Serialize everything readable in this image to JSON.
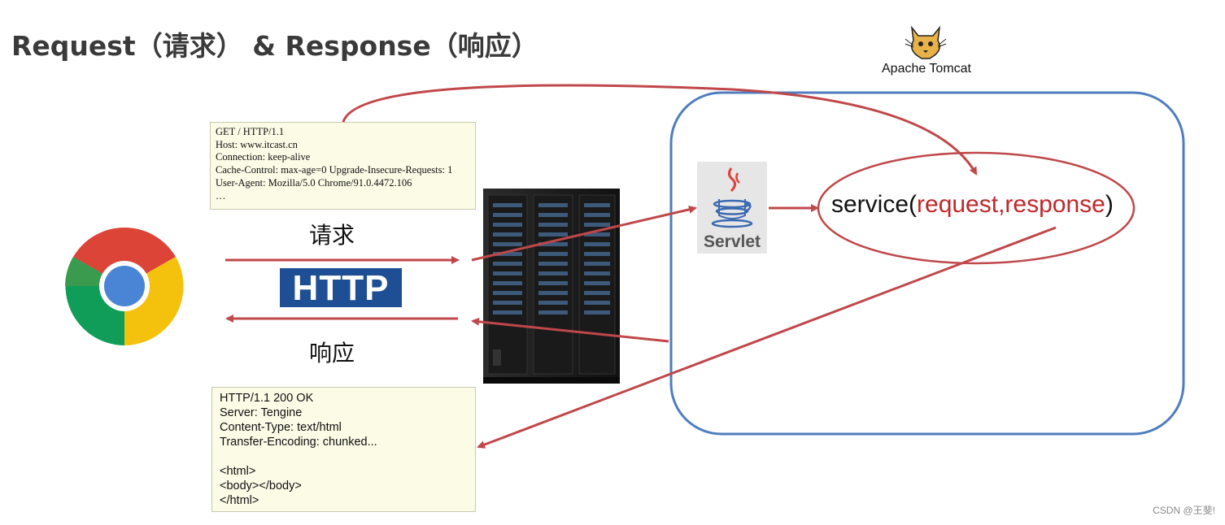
{
  "title": "Request（请求） & Response（响应）",
  "request_box": {
    "lines": "GET / HTTP/1.1\nHost: www.itcast.cn\nConnection: keep-alive\nCache-Control: max-age=0 Upgrade-Insecure-Requests: 1\nUser-Agent: Mozilla/5.0 Chrome/91.0.4472.106\n…"
  },
  "response_box": {
    "lines": "HTTP/1.1 200 OK\nServer: Tengine\nContent-Type: text/html\nTransfer-Encoding: chunked...\n\n<html>\n<body></body>\n</html>"
  },
  "labels": {
    "request": "请求",
    "response": "响应",
    "http": "HTTP"
  },
  "tomcat": {
    "label": "Apache Tomcat"
  },
  "servlet": {
    "label": "Servlet"
  },
  "service_call": {
    "prefix": "service(",
    "params": "request,response",
    "suffix": ")"
  },
  "watermark": "CSDN @王斐!",
  "colors": {
    "arrow": "#c0474a",
    "tomcat_border": "#4f7dbf",
    "http_badge": "#1e4f95",
    "note_bg": "#fbfbe6",
    "param_text": "#c0282a"
  },
  "icons": {
    "browser": "chrome-icon",
    "server": "server-rack-icon",
    "tomcat": "tomcat-logo-icon",
    "servlet": "java-cup-icon"
  }
}
